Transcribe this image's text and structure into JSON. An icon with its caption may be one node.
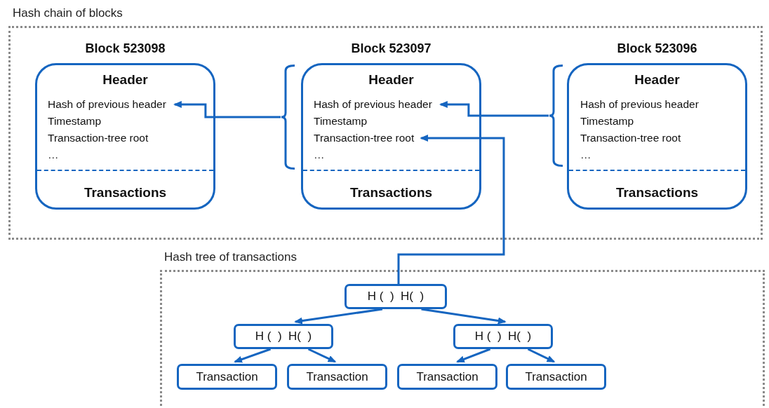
{
  "diagram": {
    "nodes": [
      {
        "text": [
          "Hash chain of blocks"
        ]
      },
      {
        "text": [
          "Block 523098",
          "Header",
          "Transactions"
        ],
        "in": 0
      },
      {
        "text": [
          "Hash of previous header"
        ],
        "in": 1
      },
      {
        "text": [
          "Timestamp"
        ],
        "in": 1
      },
      {
        "text": [
          "Transaction-tree root"
        ],
        "in": 1
      },
      {
        "text": [
          "…"
        ],
        "in": 1
      },
      {
        "text": [],
        "shape": "bracket",
        "in": 0
      },
      {
        "text": [
          "Block 523097",
          "Header",
          "Transactions"
        ],
        "in": 0
      },
      {
        "text": [
          "Hash of previous header"
        ],
        "in": 7
      },
      {
        "text": [
          "Timestamp"
        ],
        "in": 7
      },
      {
        "text": [
          "Transaction-tree root"
        ],
        "in": 7
      },
      {
        "text": [
          "…"
        ],
        "in": 7
      },
      {
        "text": [],
        "shape": "bracket",
        "in": 0
      },
      {
        "text": [
          "Block 523096",
          "Header",
          "Transactions"
        ],
        "in": 0
      },
      {
        "text": [
          "Hash of previous header"
        ],
        "in": 13
      },
      {
        "text": [
          "Timestamp"
        ],
        "in": 13
      },
      {
        "text": [
          "Transaction-tree root"
        ],
        "in": 13
      },
      {
        "text": [
          "…"
        ],
        "in": 13
      },
      {
        "text": [
          "Hash tree of transactions"
        ]
      },
      {
        "text": [
          "H (  )  H(  )"
        ],
        "in": 18
      },
      {
        "text": [
          "H (  )  H(  )"
        ],
        "in": 18
      },
      {
        "text": [
          "H (  )  H(  )"
        ],
        "in": 18
      },
      {
        "text": [
          "Transaction"
        ],
        "in": 18
      },
      {
        "text": [
          "Transaction"
        ],
        "in": 18
      },
      {
        "text": [
          "Transaction"
        ],
        "in": 18
      },
      {
        "text": [
          "Transaction"
        ],
        "in": 18
      }
    ],
    "edges": [
      {
        "from": 6,
        "to": 2,
        "arrow": "to"
      },
      {
        "from": 12,
        "to": 8,
        "arrow": "to"
      },
      {
        "from": 19,
        "to": 10,
        "arrow": "to"
      },
      {
        "from": 19,
        "to": 20,
        "arrow": "to"
      },
      {
        "from": 19,
        "to": 21,
        "arrow": "to"
      },
      {
        "from": 20,
        "to": 22,
        "arrow": "to"
      },
      {
        "from": 20,
        "to": 23,
        "arrow": "to"
      },
      {
        "from": 21,
        "to": 24,
        "arrow": "to"
      },
      {
        "from": 21,
        "to": 25,
        "arrow": "to"
      }
    ]
  }
}
